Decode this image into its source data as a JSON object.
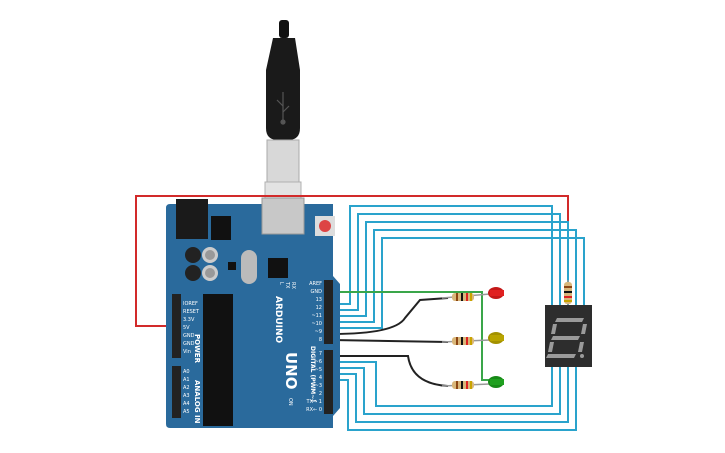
{
  "board": {
    "brand": "ARDUINO",
    "model": "UNO",
    "power_header_title": "POWER",
    "analog_header_title": "ANALOG IN",
    "digital_header_title": "DIGITAL (PWM~)",
    "power_pins": [
      "IOREF",
      "RESET",
      "3.3V",
      "5V",
      "GND",
      "GND",
      "Vin"
    ],
    "analog_pins": [
      "A0",
      "A1",
      "A2",
      "A3",
      "A4",
      "A5"
    ],
    "digital_top_pins": [
      "AREF",
      "GND",
      "13",
      "12",
      "~11",
      "~10",
      "~9",
      "8"
    ],
    "digital_bottom_pins": [
      "7",
      "~6",
      "~5",
      "4",
      "~3",
      "2",
      "TX→ 1",
      "RX← 0"
    ],
    "led_labels": [
      "L",
      "TX",
      "RX"
    ],
    "on_label": "ON",
    "colors": {
      "board": "#2a6a9c",
      "header": "#222222"
    }
  },
  "components": {
    "usb_cable": "usb-cable",
    "leds": [
      {
        "name": "red-led",
        "color": "#e02020"
      },
      {
        "name": "yellow-led",
        "color": "#b8a400"
      },
      {
        "name": "green-led",
        "color": "#1fa01f"
      }
    ],
    "seven_segment": {
      "digit": "8",
      "lit_color": "#9a9a9a"
    }
  },
  "wire_colors": {
    "red": "#d22a2a",
    "cyan": "#2aa3cc",
    "green": "#3aa64a",
    "black": "#222222"
  }
}
